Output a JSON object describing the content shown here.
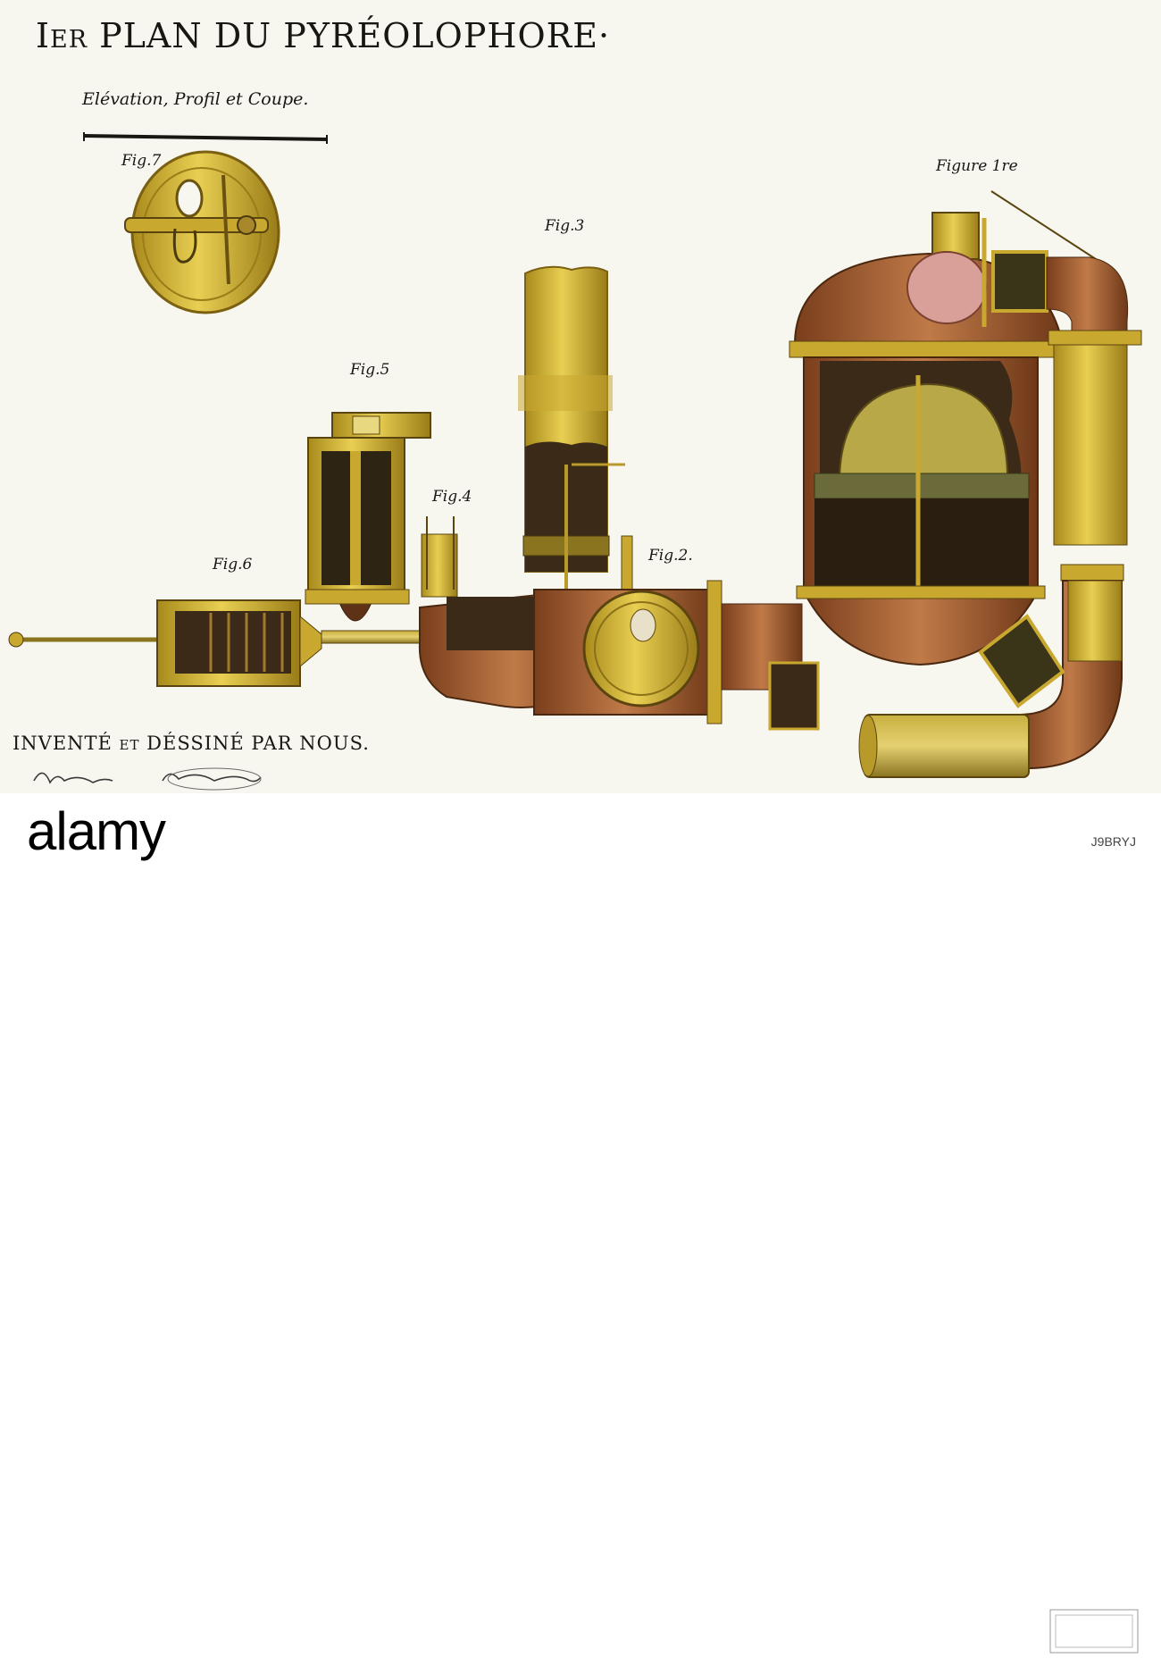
{
  "plate": {
    "title": "Ier PLAN DU PYRÉOLOPHORE·",
    "subtitle": "Elévation, Profil et Coupe.",
    "footer": "INVENTÉ et DÉSSINÉ PAR NOUS.",
    "figures": {
      "fig7": "Fig.7",
      "fig3": "Fig.3",
      "fig5": "Fig.5",
      "fig4": "Fig.4",
      "fig2": "Fig.2.",
      "fig6": "Fig.6",
      "fig1": "Figure 1re"
    },
    "colors": {
      "brass": "#d8b93a",
      "brass_dark": "#8a6d14",
      "copper": "#a8653a",
      "copper_dark": "#5e3216",
      "interior": "#3b2a18",
      "olive": "#6b6a3a"
    }
  },
  "watermark": {
    "brand": "alamy",
    "image_id": "J9BRYJ"
  }
}
